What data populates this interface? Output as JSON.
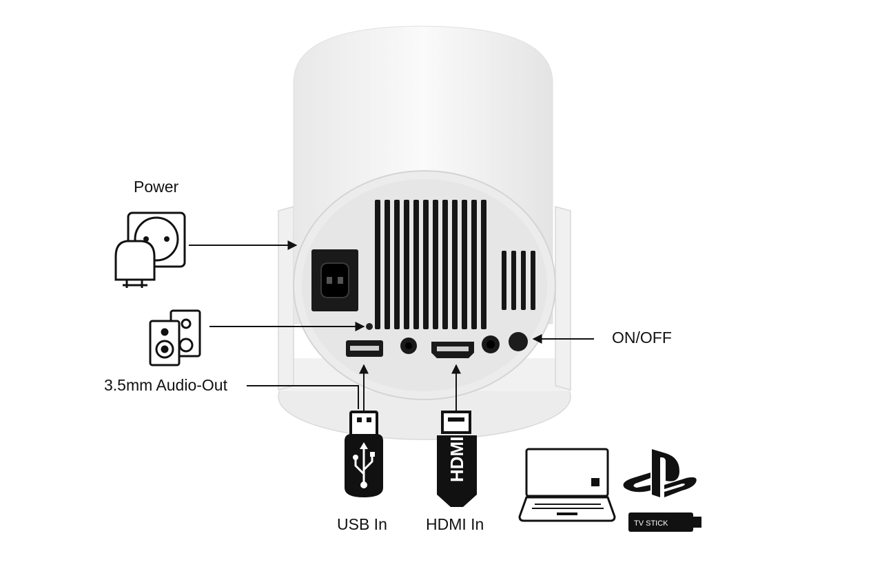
{
  "labels": {
    "power": "Power",
    "audio_out": "3.5mm Audio-Out",
    "on_off": "ON/OFF",
    "usb_in": "USB In",
    "hdmi_in": "HDMI In",
    "hdmi_plug_text": "HDMI",
    "tv_stick": "TV STICK"
  },
  "icons": {
    "power": "power-plug-socket-icon",
    "audio": "speaker-icon",
    "usb": "usb-plug-icon",
    "hdmi": "hdmi-plug-icon",
    "laptop": "laptop-icon",
    "playstation": "playstation-logo-icon",
    "tv_stick": "tv-stick-icon"
  },
  "colors": {
    "line": "#111111",
    "device_body": "#f2f2f2",
    "panel": "#e6e6e6"
  }
}
